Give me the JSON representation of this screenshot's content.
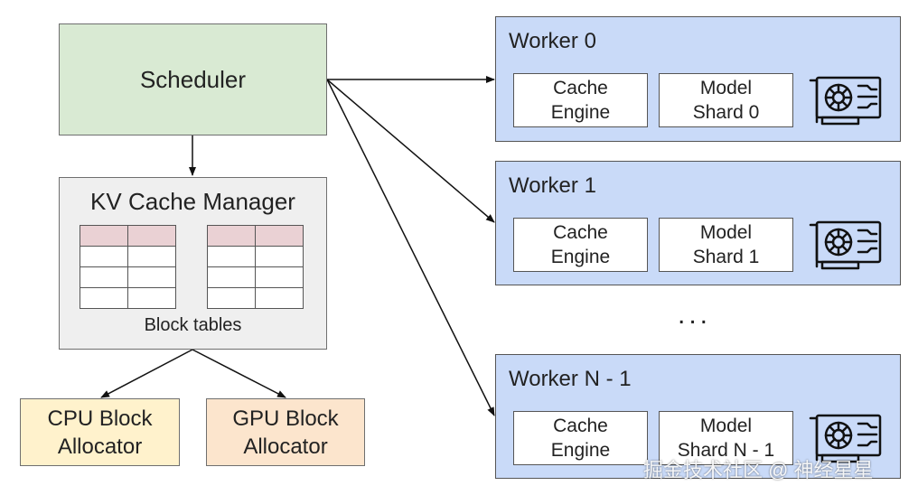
{
  "scheduler": {
    "label": "Scheduler"
  },
  "kv_manager": {
    "title": "KV Cache Manager",
    "caption": "Block tables"
  },
  "allocators": {
    "cpu": {
      "line1": "CPU Block",
      "line2": "Allocator"
    },
    "gpu": {
      "line1": "GPU Block",
      "line2": "Allocator"
    }
  },
  "workers": [
    {
      "title": "Worker 0",
      "cache_line1": "Cache",
      "cache_line2": "Engine",
      "model_line1": "Model",
      "model_line2": "Shard 0"
    },
    {
      "title": "Worker 1",
      "cache_line1": "Cache",
      "cache_line2": "Engine",
      "model_line1": "Model",
      "model_line2": "Shard 1"
    },
    {
      "title": "Worker N - 1",
      "cache_line1": "Cache",
      "cache_line2": "Engine",
      "model_line1": "Model",
      "model_line2": "Shard N - 1"
    }
  ],
  "ellipsis": "...",
  "watermark": "掘金技术社区 @ 神经星星",
  "colors": {
    "scheduler": "#d9ead3",
    "kv_manager": "#efefef",
    "cpu_allocator": "#fff2cc",
    "gpu_allocator": "#fce5cd",
    "worker": "#c9daf8",
    "table_header": "#ead1d4"
  }
}
